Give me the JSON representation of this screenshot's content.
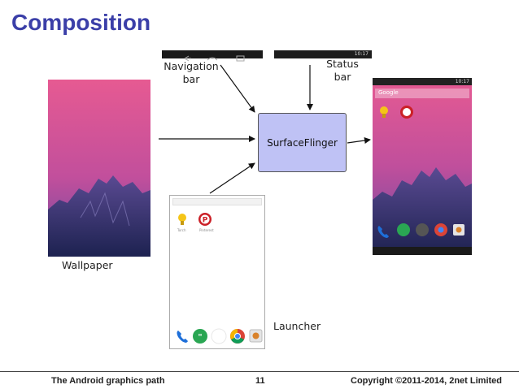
{
  "slide": {
    "title": "Composition",
    "footer_left": "The Android graphics path",
    "page_number": "11",
    "footer_right": "Copyright ©2011-2014, 2net Limited"
  },
  "diagram": {
    "nav_label_line1": "Navigation",
    "nav_label_line2": "bar",
    "status_label_line1": "Status",
    "status_label_line2": "bar",
    "compositor": "SurfaceFlinger",
    "wallpaper_label": "Wallpaper",
    "launcher_label": "Launcher",
    "status_time": "10:17",
    "search_hint": "Google",
    "app_torch": "Torch",
    "app_pinterest": "Pinterest"
  },
  "colors": {
    "title": "#3b3fa8",
    "compositor_fill": "#bfc2f5",
    "sky_top": "#e0548f",
    "sky_mid": "#b84b9b",
    "mountain": "#2b2f66",
    "pinterest": "#cb2027"
  }
}
